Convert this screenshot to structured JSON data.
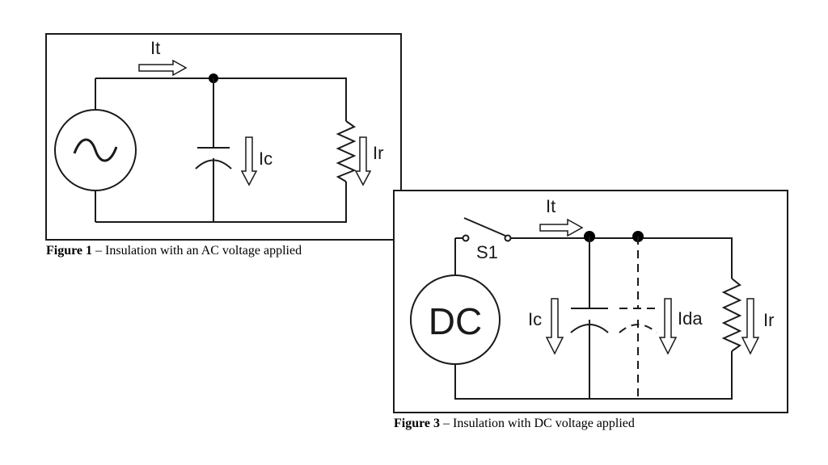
{
  "figure1": {
    "labels": {
      "total_current": "It",
      "capacitive_current": "Ic",
      "resistive_current": "Ir"
    },
    "caption_number": "Figure 1",
    "caption_text": " – Insulation with an AC voltage applied"
  },
  "figure3": {
    "labels": {
      "total_current": "It",
      "switch": "S1",
      "source": "DC",
      "capacitive_current": "Ic",
      "absorption_current": "Ida",
      "resistive_current": "Ir"
    },
    "caption_number": "Figure 3",
    "caption_text": " – Insulation with DC voltage applied"
  }
}
